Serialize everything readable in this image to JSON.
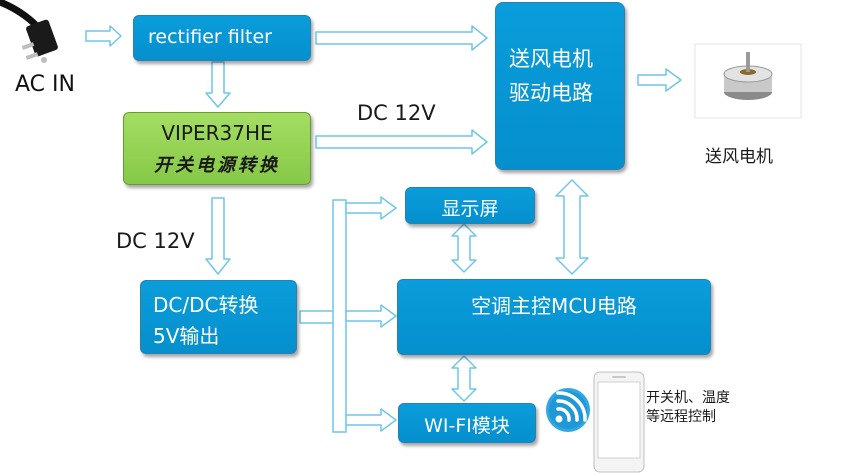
{
  "ac_in": {
    "label": "AC IN"
  },
  "rectifier": {
    "label": "rectifier filter"
  },
  "viper": {
    "line1": "VIPER37HE",
    "line2": "开关电源转换"
  },
  "fan_driver": {
    "line1": "送风电机",
    "line2": "驱动电路"
  },
  "fan_motor": {
    "label": "送风电机"
  },
  "dc12v_top": {
    "label": "DC 12V"
  },
  "dc12v_left": {
    "label": "DC 12V"
  },
  "dcdc": {
    "line1": "DC/DC转换",
    "line2": "5V输出"
  },
  "display": {
    "label": "显示屏"
  },
  "mcu": {
    "label": "空调主控MCU电路"
  },
  "wifi": {
    "label": "WI-FI模块"
  },
  "phone_note": {
    "line1": "开关机、温度",
    "line2": "等远程控制"
  },
  "colors": {
    "box_blue": "#0b9ddb",
    "box_green": "#8fd14f",
    "arrow_outline": "#6ec6ea"
  }
}
